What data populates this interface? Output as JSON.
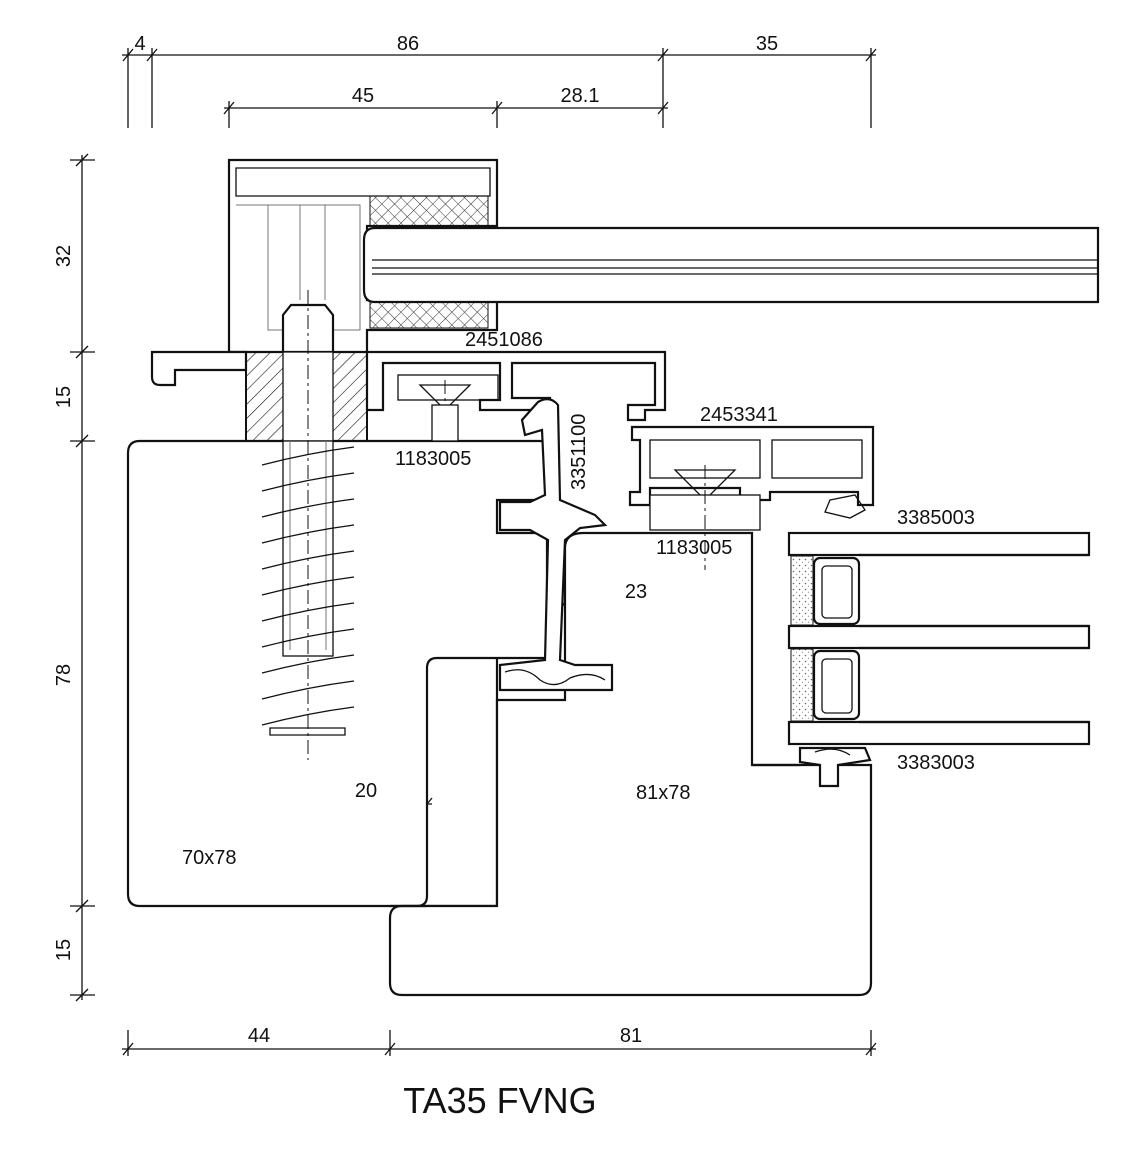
{
  "title": "TA35 FVNG",
  "dimensions": {
    "top_4": "4",
    "top_86": "86",
    "top_35": "35",
    "top_45": "45",
    "top_28_1": "28.1",
    "left_32": "32",
    "left_15_top": "15",
    "left_78": "78",
    "left_15_bottom": "15",
    "bottom_44": "44",
    "bottom_81": "81",
    "inner_23": "23",
    "inner_20": "20"
  },
  "part_numbers": {
    "p2451086": "2451086",
    "p2453341": "2453341",
    "p3351100": "3351100",
    "p1183005_left": "1183005",
    "p1183005_right": "1183005",
    "p3385003": "3385003",
    "p3383003": "3383003"
  },
  "section_labels": {
    "frame_left": "70x78",
    "sash": "81x78"
  }
}
